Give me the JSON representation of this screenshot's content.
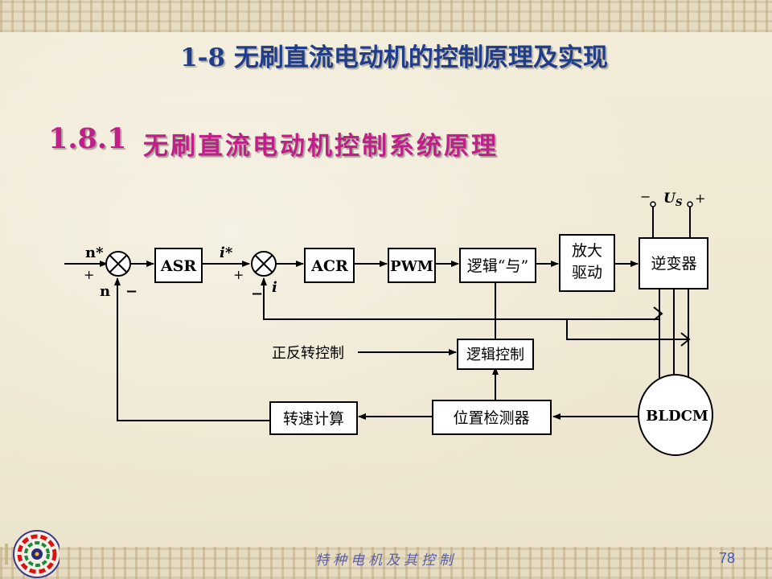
{
  "header": {
    "slide_title": "1-8  无刷直流电动机的控制原理及实现",
    "section_number": "1.8.1",
    "section_title": "无刷直流电动机控制系统原理"
  },
  "diagram": {
    "blocks": {
      "asr": "ASR",
      "acr": "ACR",
      "pwm": "PWM",
      "logic_and": "逻辑“与”",
      "amp_line1": "放大",
      "amp_line2": "驱动",
      "inverter": "逆变器",
      "logic_ctrl": "逻辑控制",
      "pos_detect": "位置检测器",
      "speed_calc": "转速计算",
      "motor": "BLDCM"
    },
    "labels": {
      "n_ref": "n*",
      "plus1": "+",
      "n_fb": "n",
      "minus1": "−",
      "i_ref": "i*",
      "plus2": "+",
      "i_fb": "i",
      "minus2": "−",
      "fr_ctrl": "正反转控制",
      "us": "U",
      "us_sub": "S",
      "us_minus": "−",
      "us_plus": "+"
    }
  },
  "footer": {
    "course": "特种电机及其控制",
    "page": "78"
  },
  "colors": {
    "title": "#1f3d8a",
    "section": "#c01f8a",
    "footer": "#5b5fa8"
  }
}
